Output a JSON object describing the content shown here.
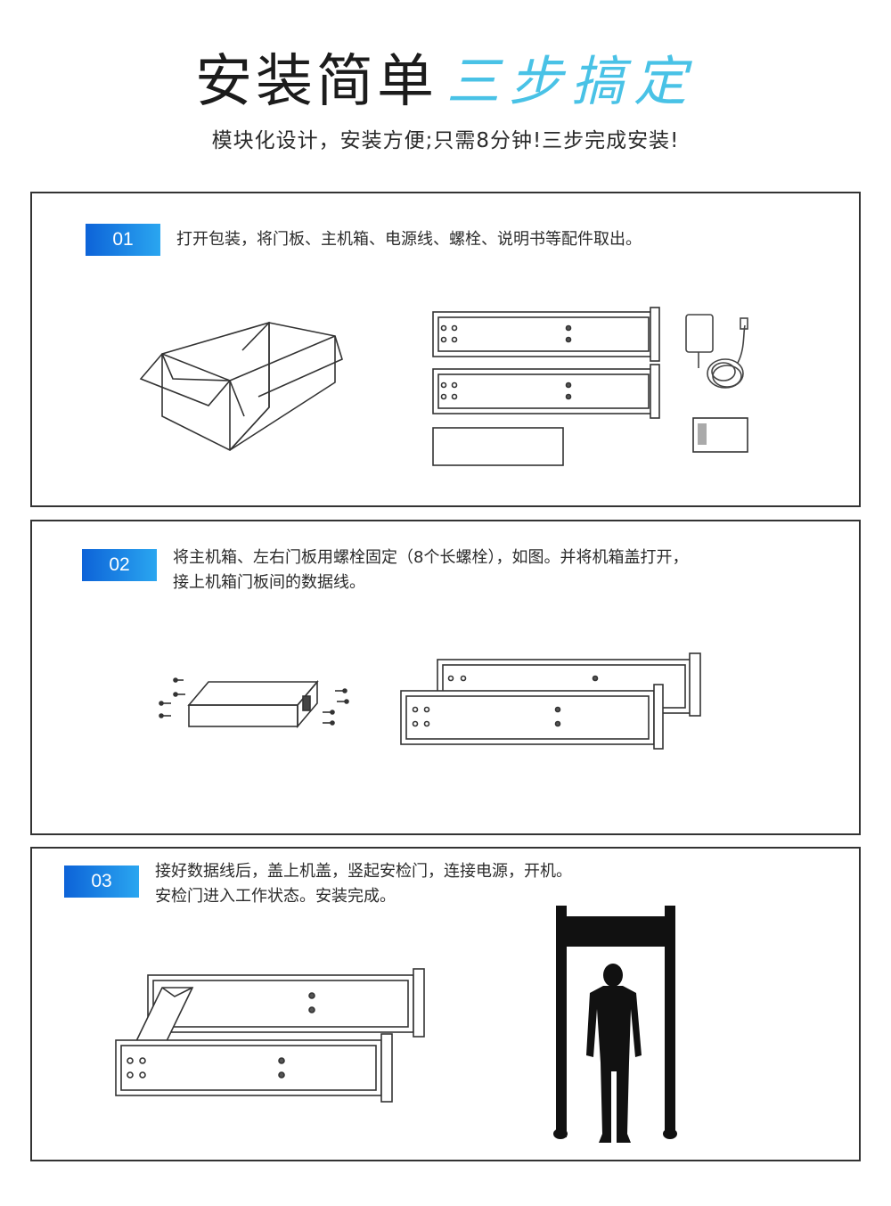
{
  "header": {
    "title_main": "安装简单",
    "title_accent": "三步搞定",
    "subtitle": "模块化设计，安装方便;只需8分钟!三步完成安装!"
  },
  "steps": [
    {
      "number": "01",
      "lines": [
        "打开包装，将门板、主机箱、电源线、螺栓、说明书等配件取出。"
      ]
    },
    {
      "number": "02",
      "lines": [
        "将主机箱、左右门板用螺栓固定（8个长螺栓），如图。并将机箱盖打开，",
        "接上机箱门板间的数据线。"
      ]
    },
    {
      "number": "03",
      "lines": [
        "接好数据线后，盖上机盖，竖起安检门，连接电源，开机。",
        "安检门进入工作状态。安装完成。"
      ]
    }
  ],
  "icons": [
    "cardboard-box-icon",
    "door-panel-icon",
    "power-adapter-icon",
    "manual-icon",
    "control-box-icon",
    "bolt-icon",
    "security-gate-icon",
    "person-silhouette-icon"
  ],
  "colors": {
    "badge_start": "#0d63d8",
    "badge_end": "#2aa6f0",
    "accent": "#49c2e6",
    "line": "#333333"
  }
}
